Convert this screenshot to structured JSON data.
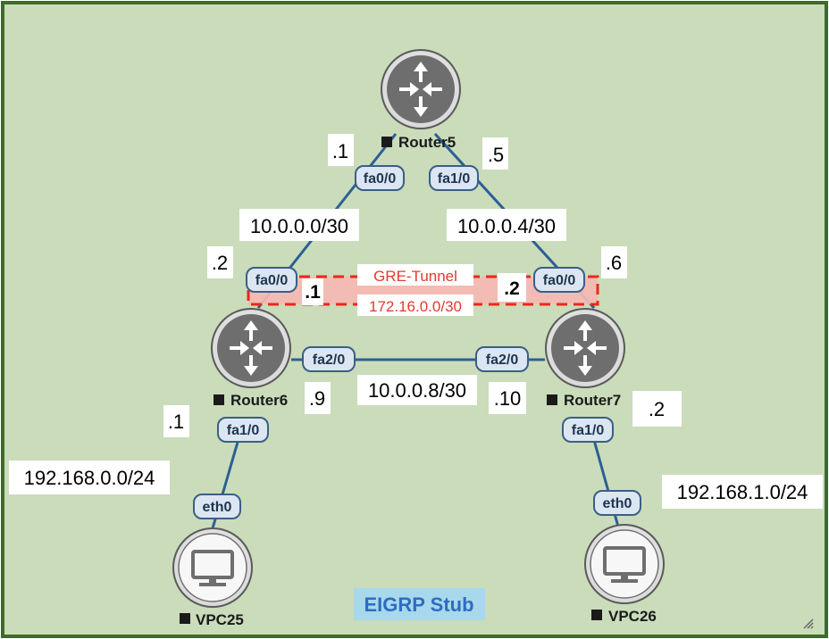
{
  "colors": {
    "background": "#cadcba",
    "border": "#3d6b28",
    "link": "#2c5f94",
    "tunnel_fill": "#f5b8b4",
    "tunnel_border": "#e8291c",
    "tunnel_text": "#e33a2e",
    "caption_text": "#2f6cc0",
    "caption_bg": "#a7d8ec",
    "port_fill": "#dbe6f2",
    "port_border": "#3a5f86"
  },
  "nodes": {
    "router5": {
      "name": "Router5",
      "icon": "router-icon"
    },
    "router6": {
      "name": "Router6",
      "icon": "router-icon"
    },
    "router7": {
      "name": "Router7",
      "icon": "router-icon"
    },
    "vpc25": {
      "name": "VPC25",
      "icon": "monitor-icon"
    },
    "vpc26": {
      "name": "VPC26",
      "icon": "monitor-icon"
    }
  },
  "ports": {
    "r5_fa00": "fa0/0",
    "r5_fa10": "fa1/0",
    "r6_fa00": "fa0/0",
    "r7_fa00": "fa0/0",
    "r6_fa20": "fa2/0",
    "r7_fa20": "fa2/0",
    "r6_fa10": "fa1/0",
    "r7_fa10": "fa1/0",
    "vpc25_eth0": "eth0",
    "vpc26_eth0": "eth0"
  },
  "addresses": {
    "r5_left": ".1",
    "r5_right": ".5",
    "r6_top": ".2",
    "r7_top": ".6",
    "r6_mid": ".9",
    "r7_mid": ".10",
    "r6_bottom": ".1",
    "r7_bottom": ".2",
    "tunnel_left": ".1",
    "tunnel_right": ".2"
  },
  "subnets": {
    "r5_r6": "10.0.0.0/30",
    "r5_r7": "10.0.0.4/30",
    "r6_r7": "10.0.0.8/30",
    "lan25": "192.168.0.0/24",
    "lan26": "192.168.1.0/24"
  },
  "tunnel": {
    "name": "GRE-Tunnel",
    "subnet": "172.16.0.0/30"
  },
  "caption": "EIGRP Stub"
}
